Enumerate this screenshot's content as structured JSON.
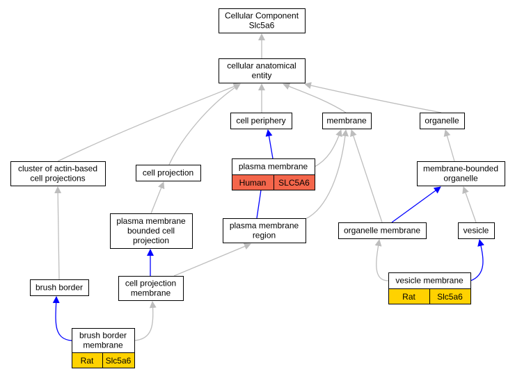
{
  "colors": {
    "edge_gray": "#bdbdbd",
    "edge_blue": "#0000ff",
    "human_fill": "#f4664b",
    "rat_fill": "#ffd200",
    "node_border": "#000000",
    "node_fill": "#ffffff"
  },
  "nodes": {
    "root": [
      "Cellular Component",
      "Slc5a6"
    ],
    "cae": [
      "cellular anatomical",
      "entity"
    ],
    "cellper": [
      "cell periphery"
    ],
    "membrane": [
      "membrane"
    ],
    "organelle": [
      "organelle"
    ],
    "cluster": [
      "cluster of actin-based",
      "cell projections"
    ],
    "cellproj": [
      "cell projection"
    ],
    "pm": [
      "plasma membrane"
    ],
    "mbo": [
      "membrane-bounded",
      "organelle"
    ],
    "pmbcp": [
      "plasma membrane",
      "bounded cell",
      "projection"
    ],
    "pmr": [
      "plasma membrane",
      "region"
    ],
    "om": [
      "organelle membrane"
    ],
    "vesicle": [
      "vesicle"
    ],
    "brush": [
      "brush border"
    ],
    "cpm": [
      "cell projection",
      "membrane"
    ],
    "vm": [
      "vesicle membrane"
    ],
    "bbm": [
      "brush border",
      "membrane"
    ]
  },
  "annotations": {
    "pm": {
      "species": "Human",
      "gene": "SLC5A6"
    },
    "vm": {
      "species": "Rat",
      "gene": "Slc5a6"
    },
    "bbm": {
      "species": "Rat",
      "gene": "Slc5a6"
    }
  },
  "edges": [
    {
      "from": "cae",
      "to": "root",
      "relation": "is_a"
    },
    {
      "from": "cellper",
      "to": "cae",
      "relation": "is_a"
    },
    {
      "from": "membrane",
      "to": "cae",
      "relation": "is_a"
    },
    {
      "from": "organelle",
      "to": "cae",
      "relation": "is_a"
    },
    {
      "from": "cluster",
      "to": "cae",
      "relation": "is_a"
    },
    {
      "from": "cellproj",
      "to": "cae",
      "relation": "is_a"
    },
    {
      "from": "pm",
      "to": "cellper",
      "relation": "part_of"
    },
    {
      "from": "pm",
      "to": "membrane",
      "relation": "is_a"
    },
    {
      "from": "mbo",
      "to": "organelle",
      "relation": "is_a"
    },
    {
      "from": "pmbcp",
      "to": "cellproj",
      "relation": "is_a"
    },
    {
      "from": "pmr",
      "to": "pm",
      "relation": "part_of"
    },
    {
      "from": "pmr",
      "to": "membrane",
      "relation": "is_a"
    },
    {
      "from": "om",
      "to": "membrane",
      "relation": "is_a"
    },
    {
      "from": "om",
      "to": "mbo",
      "relation": "part_of"
    },
    {
      "from": "vesicle",
      "to": "mbo",
      "relation": "is_a"
    },
    {
      "from": "brush",
      "to": "cluster",
      "relation": "is_a"
    },
    {
      "from": "cpm",
      "to": "pmbcp",
      "relation": "part_of"
    },
    {
      "from": "cpm",
      "to": "pmr",
      "relation": "is_a"
    },
    {
      "from": "vm",
      "to": "om",
      "relation": "is_a"
    },
    {
      "from": "vm",
      "to": "vesicle",
      "relation": "part_of"
    },
    {
      "from": "bbm",
      "to": "brush",
      "relation": "part_of"
    },
    {
      "from": "bbm",
      "to": "cpm",
      "relation": "is_a"
    }
  ]
}
